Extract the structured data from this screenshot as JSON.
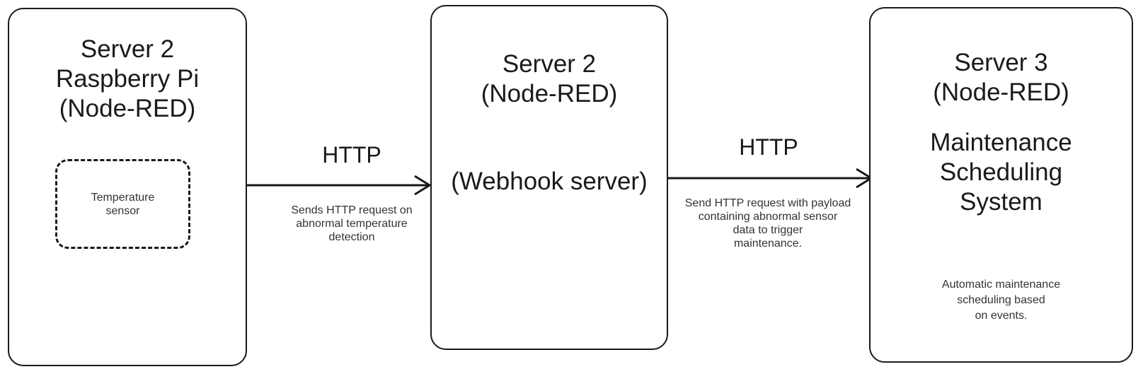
{
  "diagram": {
    "type": "flow-diagram",
    "background_color": "#ffffff",
    "stroke_color": "#1a1a1a",
    "text_color": "#1a1a1a",
    "muted_text_color": "#333333"
  },
  "nodes": [
    {
      "id": "server2-raspberry-pi",
      "title": "Server 2\nRaspberry Pi\n(Node-RED)",
      "inner": {
        "id": "temperature-sensor",
        "label": "Temperature\nsensor",
        "style": "dashed"
      }
    },
    {
      "id": "server2-webhook",
      "title": "Server 2\n(Node-RED)",
      "subtitle": "(Webhook server)"
    },
    {
      "id": "server3-maintenance",
      "title": "Server 3\n(Node-RED)",
      "subtitle": "Maintenance\nScheduling\nSystem",
      "note": "Automatic maintenance\nscheduling based\non events."
    }
  ],
  "edges": [
    {
      "id": "edge-pi-to-webhook",
      "from": "server2-raspberry-pi",
      "to": "server2-webhook",
      "protocol": "HTTP",
      "description": "Sends HTTP request on\nabnormal temperature\ndetection"
    },
    {
      "id": "edge-webhook-to-maintenance",
      "from": "server2-webhook",
      "to": "server3-maintenance",
      "protocol": "HTTP",
      "description": "Send HTTP request with payload\ncontaining abnormal sensor\ndata to trigger\nmaintenance."
    }
  ]
}
